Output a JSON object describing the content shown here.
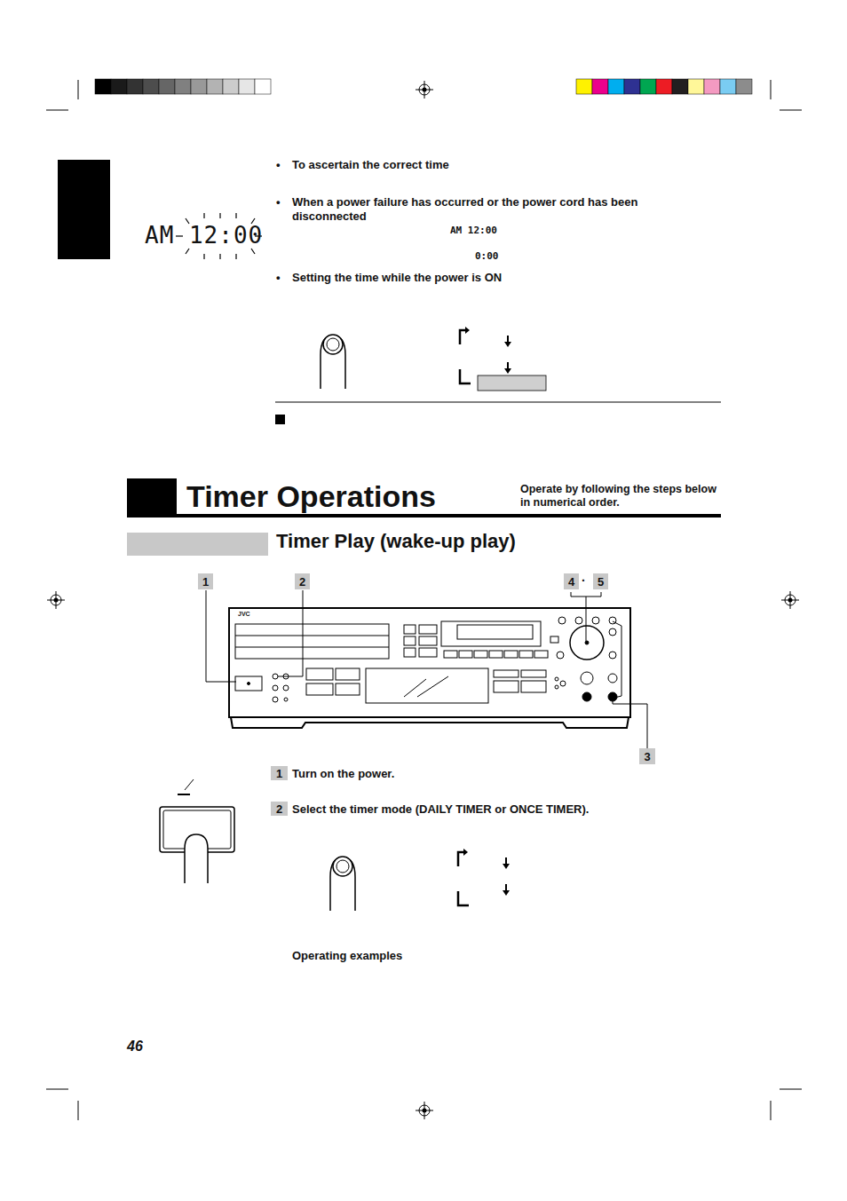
{
  "diagram": {
    "title": "Timer Operations",
    "nodes": [
      {
        "text": [
          "1"
        ]
      },
      {
        "text": [
          "2"
        ]
      },
      {
        "text": [
          "4"
        ]
      },
      {
        "text": [
          "5"
        ]
      },
      {
        "text": [
          "3"
        ]
      },
      {
        "text": [
          "1"
        ]
      },
      {
        "text": [
          "2"
        ]
      }
    ],
    "labels": [
      "•",
      "To ascertain the correct time",
      "•",
      "When a power failure has occurred or the power cord has been disconnected",
      "AM 12:00",
      "0:00",
      "•",
      "Setting the time while the power is ON",
      "AM 12:00",
      "Operate by following the steps below in numerical order.",
      "Timer Play (wake-up play)",
      "JVC",
      "·",
      "Turn on the power.",
      "Select the timer mode (DAILY TIMER or ONCE TIMER).",
      "Operating examples",
      "46"
    ]
  }
}
